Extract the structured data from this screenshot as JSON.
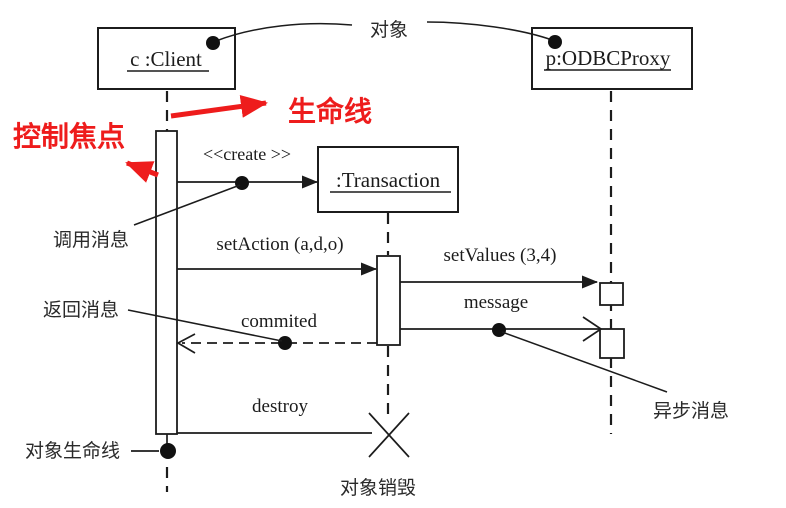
{
  "diagram": {
    "type": "uml-sequence-diagram",
    "colors": {
      "annotation_red": "#ee1c1c",
      "line_black": "#1c1c1c",
      "background": "#ffffff"
    },
    "objects": {
      "client": {
        "label": "c :Client"
      },
      "odbc_proxy": {
        "label": "p:ODBCProxy"
      },
      "transaction": {
        "label": ":Transaction"
      }
    },
    "messages": {
      "create": {
        "label": "<<create >>"
      },
      "set_action": {
        "label": "setAction (a,d,o)"
      },
      "set_values": {
        "label": "setValues (3,4)"
      },
      "message": {
        "label": "message"
      },
      "commited": {
        "label": "commited"
      },
      "destroy": {
        "label": "destroy"
      }
    },
    "annotations": {
      "object_pointer": "对象",
      "lifeline": "生命线",
      "focus_of_control": "控制焦点",
      "call_message": "调用消息",
      "return_message": "返回消息",
      "async_message": "异步消息",
      "object_lifeline": "对象生命线",
      "object_destroy": "对象销毁"
    }
  }
}
